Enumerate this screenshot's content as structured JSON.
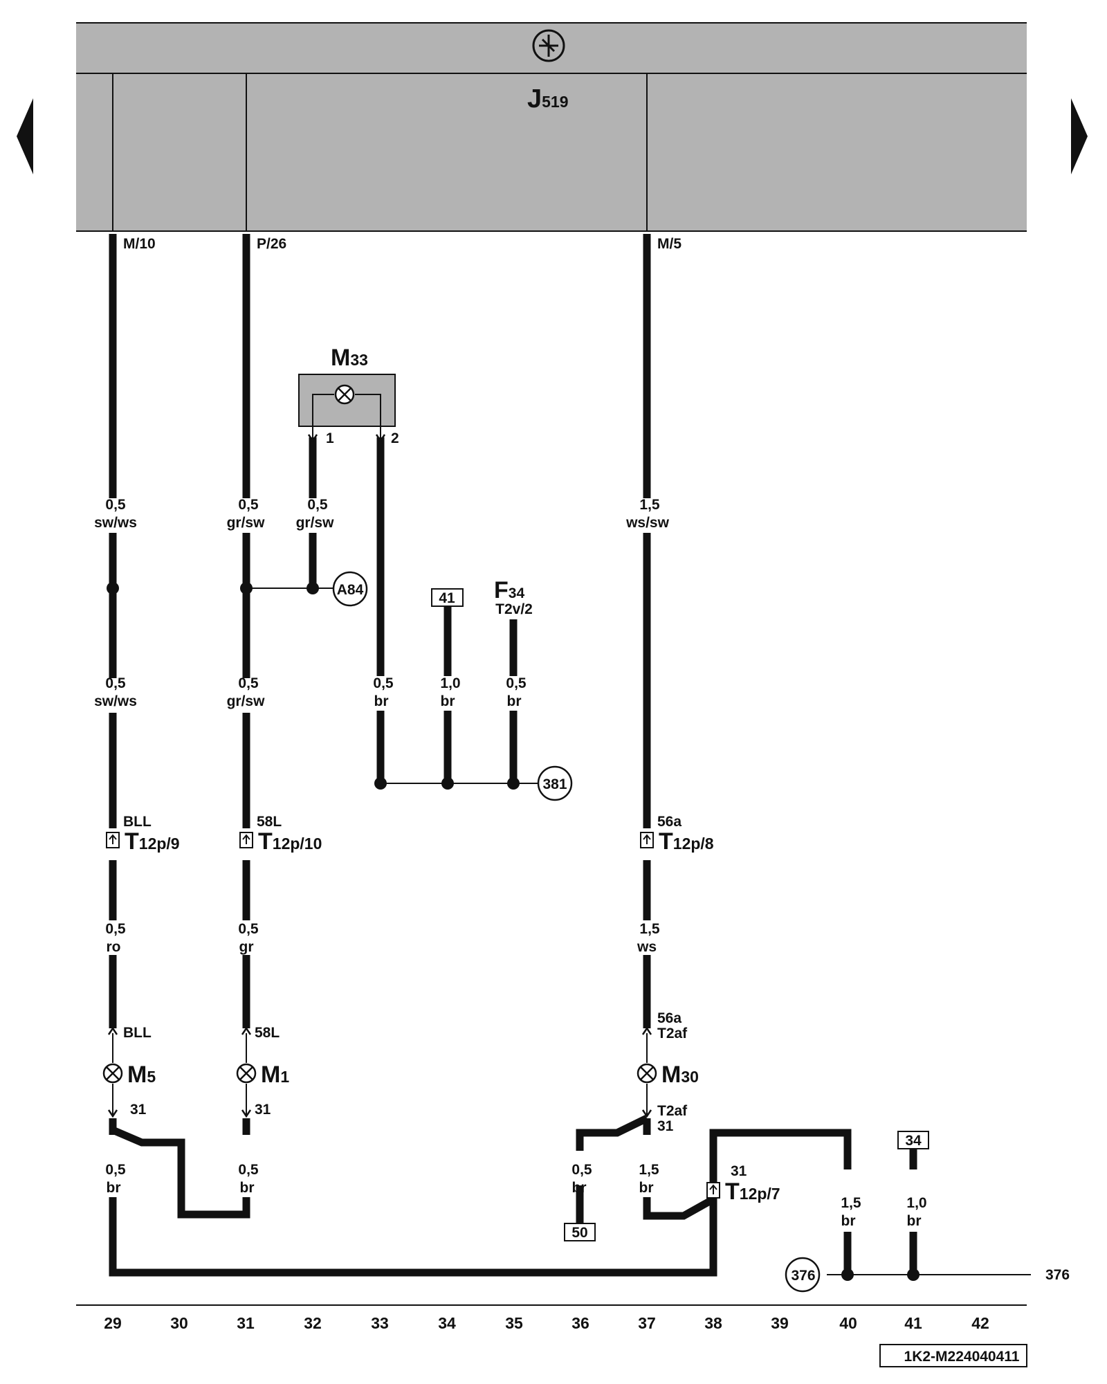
{
  "colors": {
    "module_fill": "#b3b3b3",
    "wire": "#111111",
    "background": "#ffffff"
  },
  "nav": {
    "prev_icon": "triangle-left-icon",
    "next_icon": "triangle-right-icon"
  },
  "module": {
    "symbol_icon": "control-unit-icon",
    "code": "J",
    "code_sub": "519",
    "pins": [
      "M/10",
      "P/26",
      "M/5"
    ]
  },
  "component_m33": {
    "code": "M",
    "sub": "33",
    "pins": [
      "1",
      "2"
    ]
  },
  "wires": {
    "w29a": [
      "0,5",
      "sw/ws"
    ],
    "w31a": [
      "0,5",
      "gr/sw"
    ],
    "w32a": [
      "0,5",
      "gr/sw"
    ],
    "w37a": [
      "1,5",
      "ws/sw"
    ],
    "w29b": [
      "0,5",
      "sw/ws"
    ],
    "w31b": [
      "0,5",
      "gr/sw"
    ],
    "w33": [
      "0,5",
      "br"
    ],
    "w34": [
      "1,0",
      "br"
    ],
    "w35": [
      "0,5",
      "br"
    ],
    "w29c": [
      "0,5",
      "ro"
    ],
    "w31c": [
      "0,5",
      "gr"
    ],
    "w37c": [
      "1,5",
      "ws"
    ],
    "w29d": [
      "0,5",
      "br"
    ],
    "w31d": [
      "0,5",
      "br"
    ],
    "w36": [
      "0,5",
      "br"
    ],
    "w37d": [
      "1,5",
      "br"
    ],
    "w40": [
      "1,5",
      "br"
    ],
    "w41": [
      "1,0",
      "br"
    ]
  },
  "refs": {
    "a84": "A84",
    "c381": "381",
    "c376": "376",
    "r376": "376",
    "box41": "41",
    "box50": "50",
    "box34": "34"
  },
  "f34": {
    "code": "F",
    "sub": "34",
    "pin": "T2v/2"
  },
  "connectors": {
    "t9": {
      "sig": "BLL",
      "code": "T",
      "sub": "12p/9"
    },
    "t10": {
      "sig": "58L",
      "code": "T",
      "sub": "12p/10"
    },
    "t8": {
      "sig": "56a",
      "code": "T",
      "sub": "12p/8"
    },
    "t7": {
      "sig": "31",
      "code": "T",
      "sub": "12p/7"
    }
  },
  "lamps": {
    "m5": {
      "code": "M",
      "sub": "5",
      "top": "BLL",
      "bottom": "31"
    },
    "m1": {
      "code": "M",
      "sub": "1",
      "top": "58L",
      "bottom": "31"
    },
    "m30": {
      "code": "M",
      "sub": "30",
      "top1": "56a",
      "top2": "T2af",
      "bottom1": "T2af",
      "bottom2": "31"
    }
  },
  "ruler": [
    "29",
    "30",
    "31",
    "32",
    "33",
    "34",
    "35",
    "36",
    "37",
    "38",
    "39",
    "40",
    "41",
    "42"
  ],
  "doc_id": "1K2-M224040411"
}
